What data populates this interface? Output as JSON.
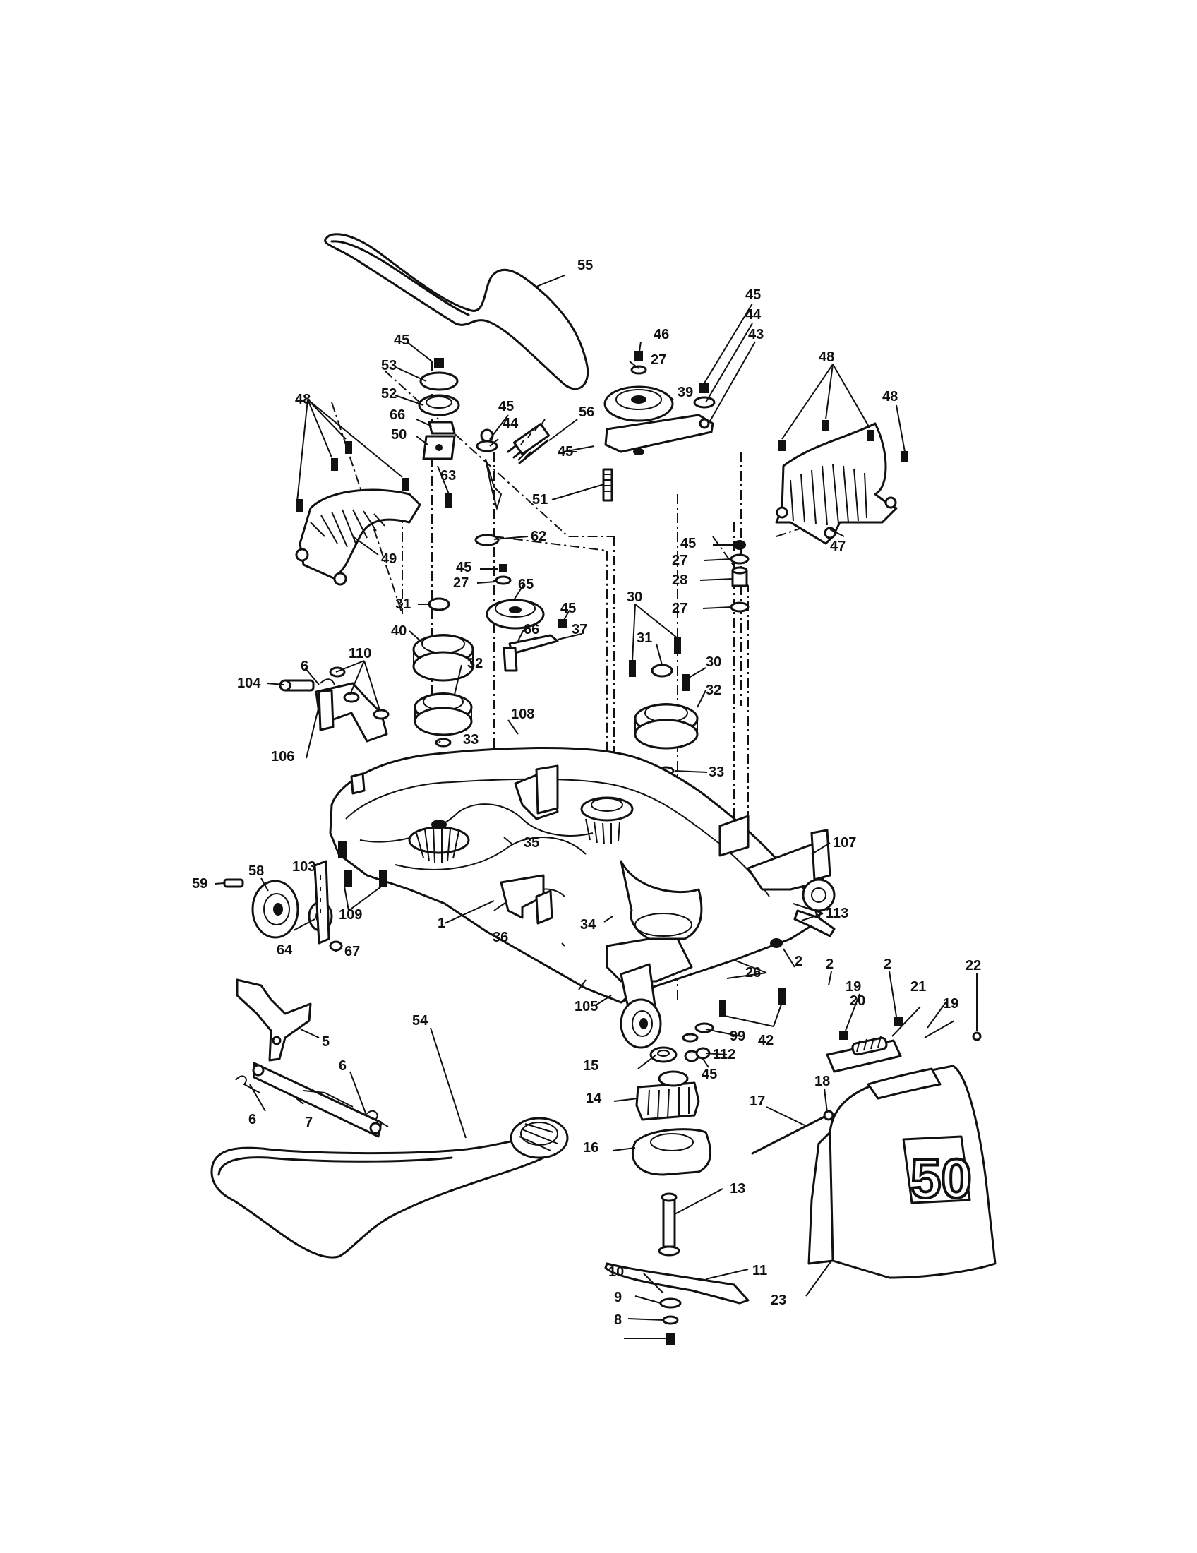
{
  "diagram": {
    "deck_badge": "50",
    "callouts": {
      "c1": "1",
      "c2a": "2",
      "c2b": "2",
      "c2c": "2",
      "c5": "5",
      "c6a": "6",
      "c6b": "6",
      "c6c": "6",
      "c7": "7",
      "c8": "8",
      "c9": "9",
      "c10": "10",
      "c11": "11",
      "c13": "13",
      "c14": "14",
      "c15": "15",
      "c16": "16",
      "c17": "17",
      "c18": "18",
      "c19a": "19",
      "c19b": "19",
      "c20": "20",
      "c21": "21",
      "c22": "22",
      "c23": "23",
      "c26": "26",
      "c27a": "27",
      "c27b": "27",
      "c27c": "27",
      "c27d": "27",
      "c28": "28",
      "c30a": "30",
      "c30b": "30",
      "c31a": "31",
      "c31b": "31",
      "c32a": "32",
      "c32b": "32",
      "c33a": "33",
      "c33b": "33",
      "c34": "34",
      "c35": "35",
      "c36": "36",
      "c37": "37",
      "c39": "39",
      "c40": "40",
      "c42": "42",
      "c43": "43",
      "c44a": "44",
      "c44b": "44",
      "c45a": "45",
      "c45b": "45",
      "c45c": "45",
      "c45d": "45",
      "c45e": "45",
      "c45f": "45",
      "c45g": "45",
      "c45h": "45",
      "c46": "46",
      "c47": "47",
      "c48a": "48",
      "c48b": "48",
      "c48c": "48",
      "c49": "49",
      "c50": "50",
      "c51": "51",
      "c52": "52",
      "c53": "53",
      "c54": "54",
      "c55": "55",
      "c56": "56",
      "c58": "58",
      "c59": "59",
      "c62": "62",
      "c63": "63",
      "c64": "64",
      "c65": "65",
      "c66a": "66",
      "c66b": "66",
      "c67": "67",
      "c99": "99",
      "c103": "103",
      "c104": "104",
      "c105": "105",
      "c106": "106",
      "c107": "107",
      "c108": "108",
      "c109": "109",
      "c110": "110",
      "c112": "112",
      "c113": "113"
    }
  }
}
